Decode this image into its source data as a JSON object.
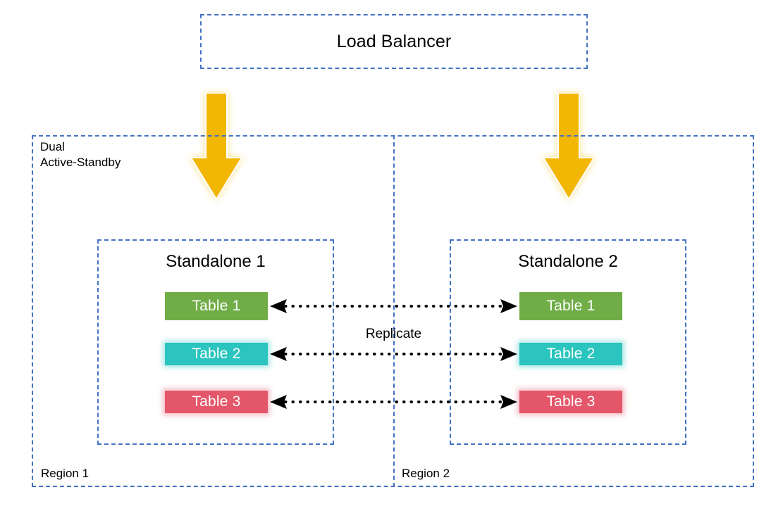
{
  "diagram": {
    "title": "Dual Active-Standby multi-region standalone replication topology",
    "colors": {
      "dashed_border": "#4472C4",
      "arrow_fill": "#F2B705",
      "table1": "#70AD47",
      "table2": "#2BC4BE",
      "table3": "#E4566A",
      "connector": "#000000",
      "background": "#FFFFFF"
    }
  },
  "load_balancer": {
    "label": "Load Balancer"
  },
  "region_frame": {
    "mode_label": "Dual\nActive-Standby",
    "region1_label": "Region 1",
    "region2_label": "Region 2"
  },
  "arrows": {
    "left_name": "traffic-arrow-region-1",
    "right_name": "traffic-arrow-region-2"
  },
  "standalones": [
    {
      "title": "Standalone 1",
      "tables": [
        {
          "label": "Table 1",
          "color": "#70AD47"
        },
        {
          "label": "Table 2",
          "color": "#2BC4BE"
        },
        {
          "label": "Table 3",
          "color": "#E4566A"
        }
      ]
    },
    {
      "title": "Standalone 2",
      "tables": [
        {
          "label": "Table 1",
          "color": "#70AD47"
        },
        {
          "label": "Table 2",
          "color": "#2BC4BE"
        },
        {
          "label": "Table 3",
          "color": "#E4566A"
        }
      ]
    }
  ],
  "replication": {
    "label": "Replicate",
    "style": "bidirectional-dotted",
    "connector_count": 3
  }
}
